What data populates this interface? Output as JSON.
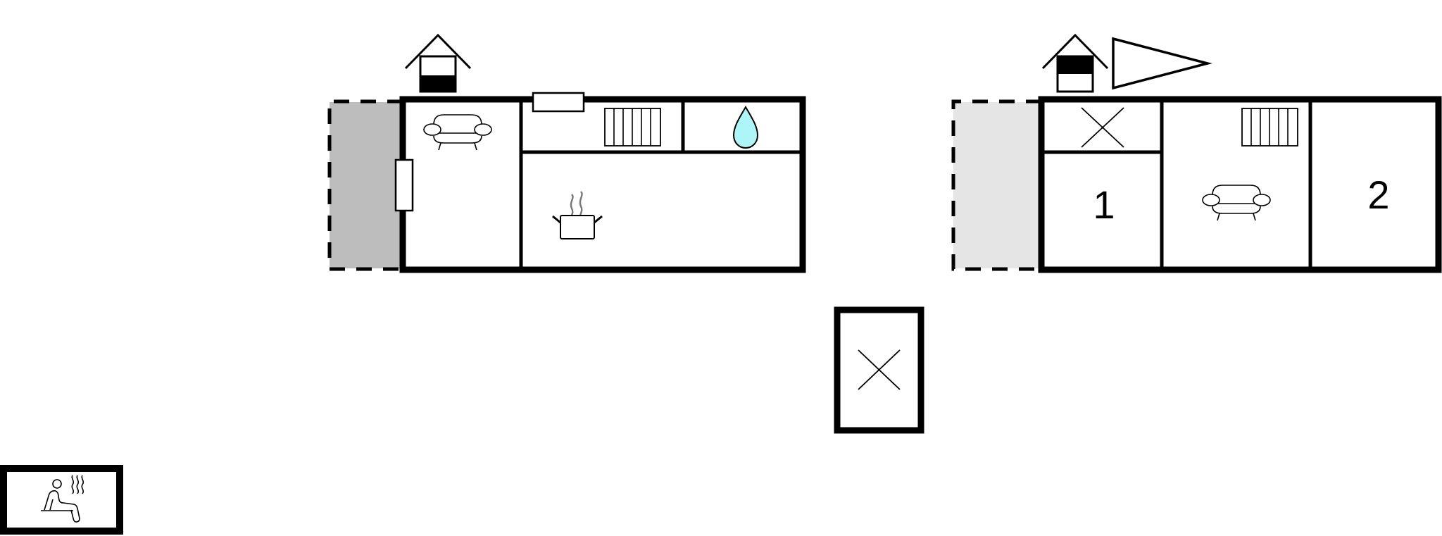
{
  "floorplan": {
    "colors": {
      "wall": "#000000",
      "terrace_dark": "#bdbdbd",
      "terrace_light": "#e5e5e5",
      "water_drop": "#aef5f7",
      "steam": "#777777",
      "background": "#ffffff"
    },
    "ground_floor": {
      "rooms": [
        {
          "name": "living-room",
          "icon": "sofa-icon"
        },
        {
          "name": "utility-room",
          "icon": "radiator-icon"
        },
        {
          "name": "bathroom",
          "icon": "water-drop-icon"
        },
        {
          "name": "kitchen",
          "icon": "cooking-pot-icon"
        }
      ],
      "outdoor": {
        "name": "terrace",
        "icon": "none"
      },
      "entrance_icon": "house-entrance-icon"
    },
    "upper_floor": {
      "rooms": [
        {
          "name": "storage",
          "icon": "cross-icon"
        },
        {
          "name": "bedroom-1",
          "label": "1",
          "icon": "none"
        },
        {
          "name": "living-room",
          "icon": "sofa-icon"
        },
        {
          "name": "bedroom-2",
          "label": "2",
          "icon": "none"
        }
      ],
      "outdoor": {
        "name": "balcony",
        "icon": "none"
      },
      "entrance_icon": "house-entrance-icon",
      "direction_icon": "triangle-pointer-icon"
    },
    "annex": {
      "name": "annex",
      "icon": "cross-icon"
    },
    "sauna": {
      "name": "sauna",
      "icon": "sauna-icon"
    }
  }
}
